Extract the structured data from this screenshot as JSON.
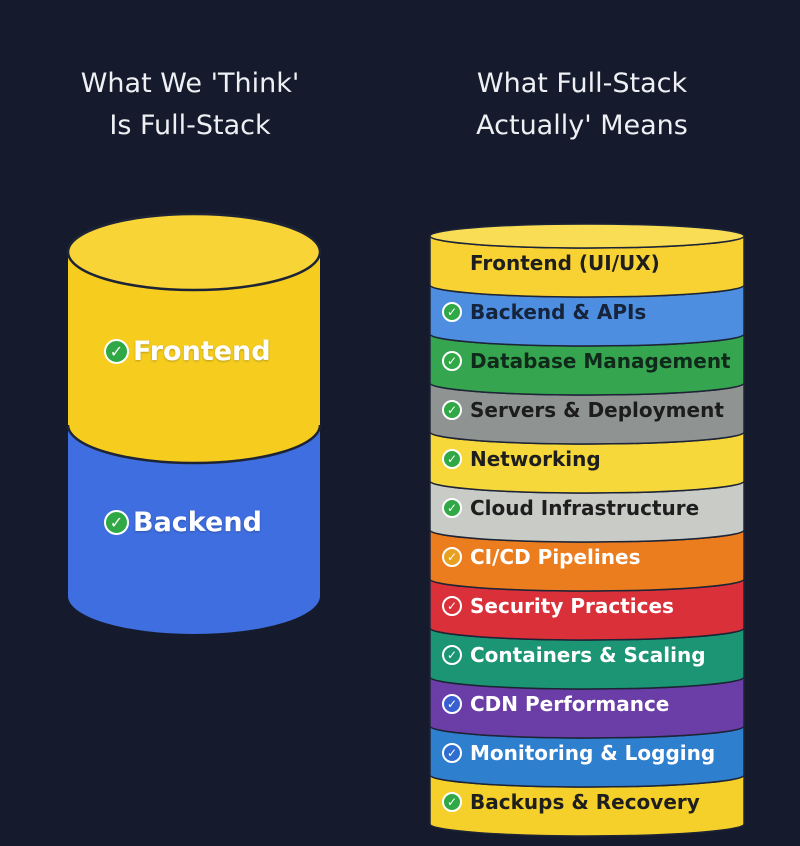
{
  "left": {
    "title_line1": "What We 'Think'",
    "title_line2": "Is Full-Stack",
    "layers": [
      {
        "label": "Frontend",
        "color": "#f6cd1e"
      },
      {
        "label": "Backend",
        "color": "#3f6ee0"
      }
    ]
  },
  "right": {
    "title_line1": "What Full-Stack",
    "title_line2": "Actually' Means",
    "layers": [
      {
        "label": "Frontend (UI/UX)",
        "color": "#f7d232",
        "text_color": "#1e1e1e",
        "check_color": "",
        "checked": false
      },
      {
        "label": "Backend & APIs",
        "color": "#4d8ee0",
        "text_color": "#15243a",
        "check_color": "#2fa845",
        "checked": true
      },
      {
        "label": "Database Management",
        "color": "#35a64f",
        "text_color": "#10291a",
        "check_color": "#2fa845",
        "checked": true
      },
      {
        "label": "Servers & Deployment",
        "color": "#8f9391",
        "text_color": "#1c1c1c",
        "check_color": "#2fa845",
        "checked": true
      },
      {
        "label": "Networking",
        "color": "#f6d83a",
        "text_color": "#1e1e1e",
        "check_color": "#2fa845",
        "checked": true
      },
      {
        "label": "Cloud Infrastructure",
        "color": "#c9cbc7",
        "text_color": "#1e1e1e",
        "check_color": "#2fa845",
        "checked": true
      },
      {
        "label": "CI/CD Pipelines",
        "color": "#ec7d1f",
        "text_color": "#ffffff",
        "check_color": "#e8a020",
        "checked": true
      },
      {
        "label": "Security Practices",
        "color": "#d9303a",
        "text_color": "#ffffff",
        "check_color": "#d9303a",
        "checked": true
      },
      {
        "label": "Containers & Scaling",
        "color": "#1b9573",
        "text_color": "#ffffff",
        "check_color": "#1b9573",
        "checked": true
      },
      {
        "label": "CDN Performance",
        "color": "#6a3ea6",
        "text_color": "#ffffff",
        "check_color": "#3a5fd0",
        "checked": true
      },
      {
        "label": "Monitoring & Logging",
        "color": "#2f7fcf",
        "text_color": "#ffffff",
        "check_color": "#2f6ed0",
        "checked": true
      },
      {
        "label": "Backups & Recovery",
        "color": "#f6d02a",
        "text_color": "#1e1e1e",
        "check_color": "#2fa845",
        "checked": true
      }
    ]
  }
}
